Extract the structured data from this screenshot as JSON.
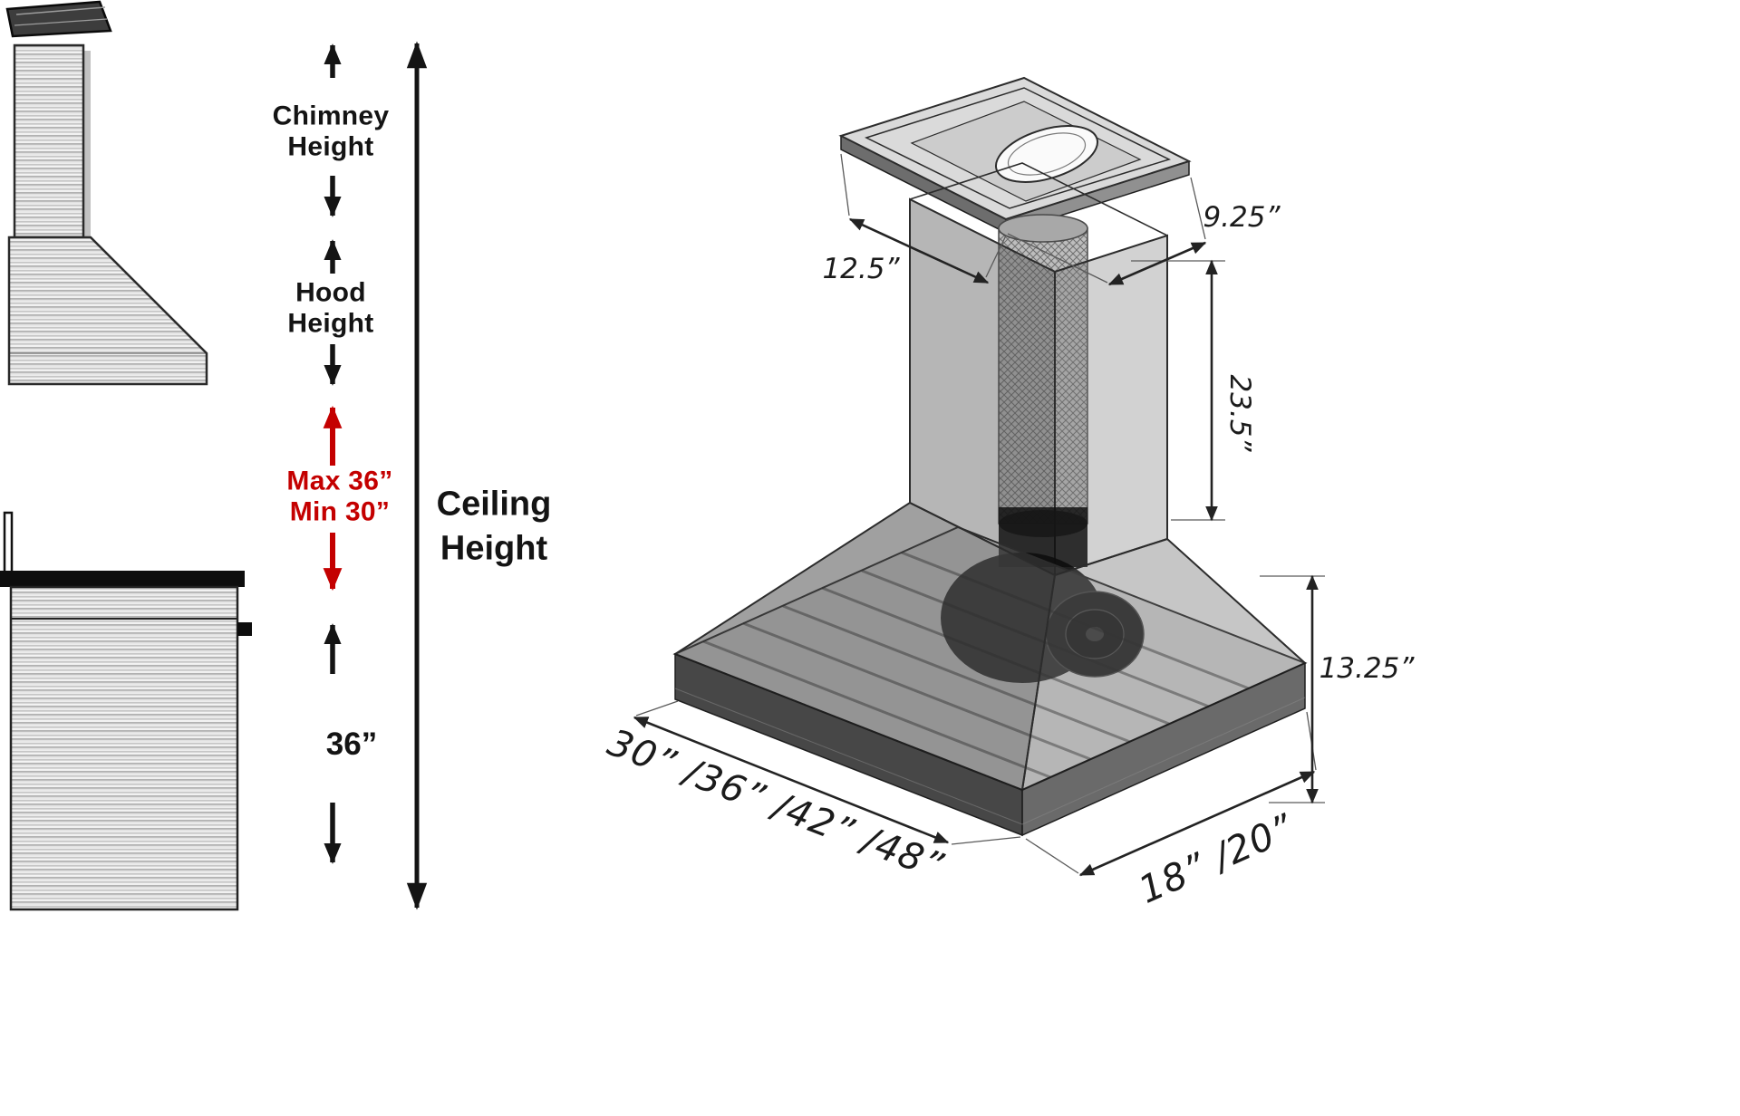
{
  "meta": {
    "background_color": "#ffffff",
    "ink_color": "#141414",
    "accent_red": "#c40000",
    "steel_gray": "#c9c9c9"
  },
  "left_panel": {
    "chimney_height_label": "Chimney\nHeight",
    "hood_height_label": "Hood\nHeight",
    "clearance_label": "Max 36”\nMin 30”",
    "ceiling_height_label": "Ceiling\nHeight",
    "range_clearance_label": "36”"
  },
  "right_panel": {
    "plate_depth": "12.5”",
    "plate_width": "9.25”",
    "chimney_height": "23.5”",
    "hood_body_height": "13.25”",
    "width_options": "30” /36” /42” /48”",
    "depth_options": "18” /20”"
  }
}
